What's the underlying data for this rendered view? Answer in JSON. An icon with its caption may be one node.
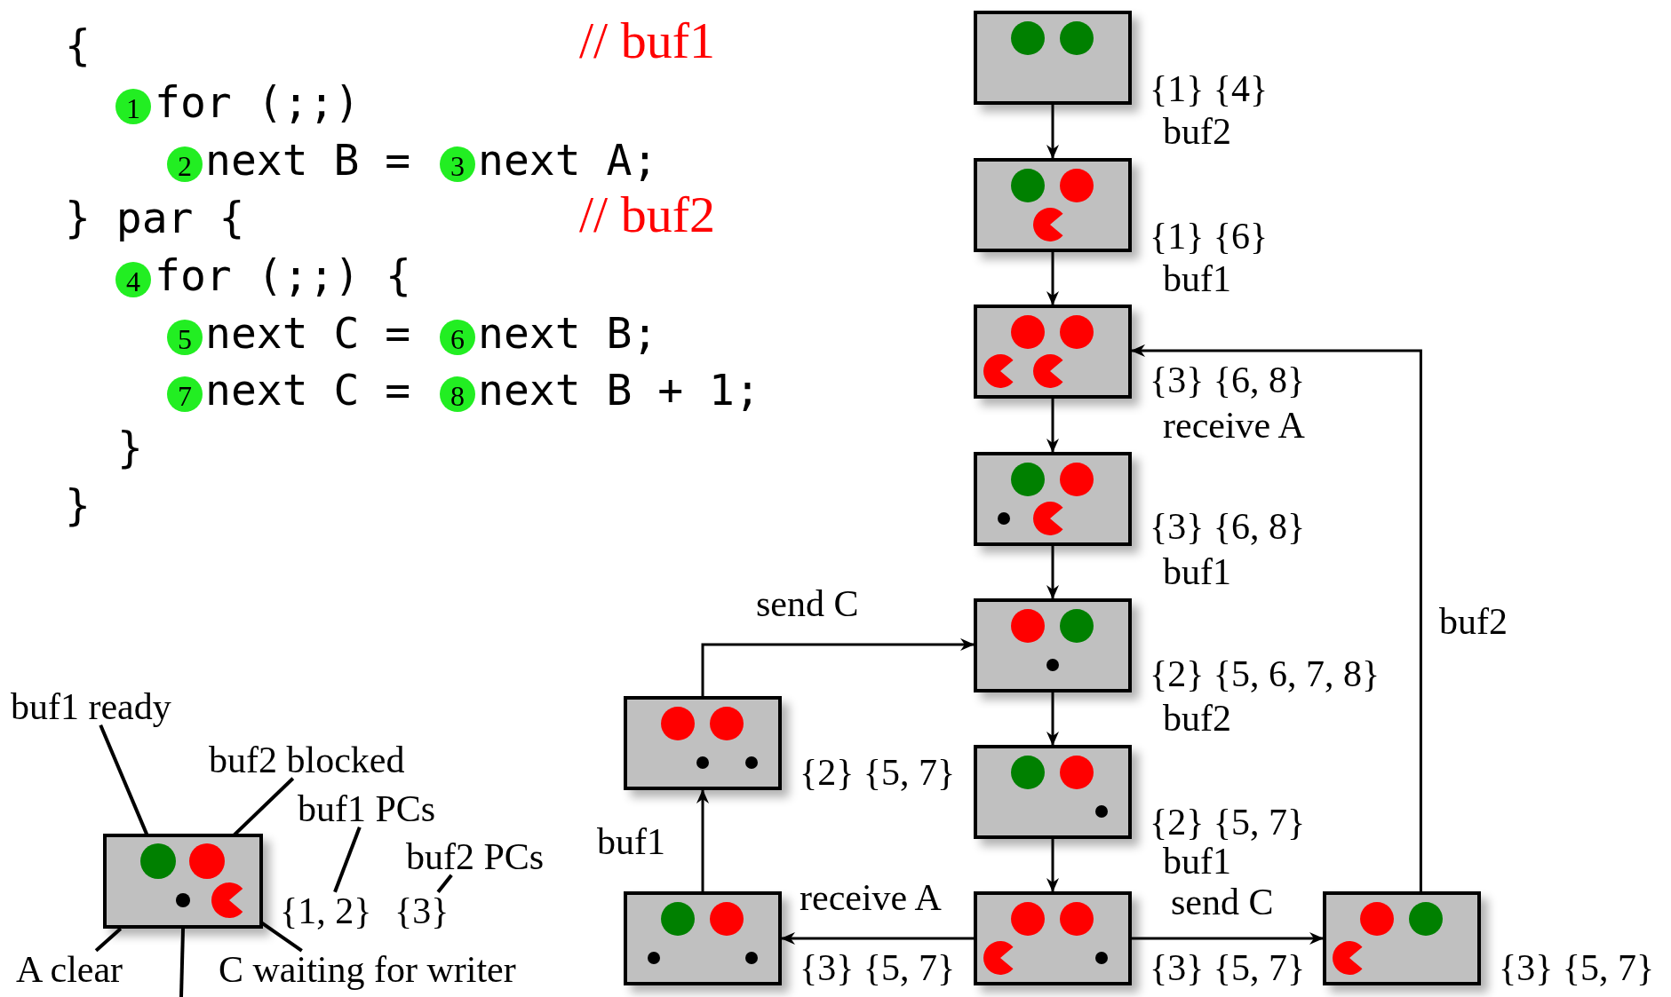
{
  "diagram": {
    "nodes": [
      {
        "text": [],
        "shape": "box",
        "beside": [
          "{1} {4}"
        ]
      },
      {
        "text": [],
        "shape": "box",
        "beside": [
          "{1} {6}"
        ]
      },
      {
        "text": [],
        "shape": "box",
        "beside": [
          "{3} {6, 8}"
        ]
      },
      {
        "text": [],
        "shape": "box",
        "beside": [
          "{3} {6, 8}"
        ]
      },
      {
        "text": [],
        "shape": "box",
        "beside": [
          "{2} {5, 6, 7, 8}"
        ]
      },
      {
        "text": [],
        "shape": "box",
        "beside": [
          "{2} {5, 7}"
        ]
      },
      {
        "text": [],
        "shape": "box",
        "beside": [
          "{2} {5, 7}"
        ]
      },
      {
        "text": [],
        "shape": "box",
        "beside": [
          "{3} {5, 7}"
        ]
      },
      {
        "text": [],
        "shape": "box",
        "beside": [
          "{3} {5, 7}"
        ]
      },
      {
        "text": [],
        "shape": "box",
        "beside": [
          "{3} {5, 7}"
        ]
      },
      {
        "text": [],
        "shape": "box"
      },
      {
        "text": [],
        "shape": "circle",
        "in": 10
      },
      {
        "text": [],
        "shape": "circle",
        "in": 10
      },
      {
        "text": [],
        "shape": "circle",
        "in": 10
      },
      {
        "text": [],
        "shape": "pacman",
        "in": 10
      },
      {
        "text": [
          "buf1 ready"
        ]
      },
      {
        "text": [
          "buf2 blocked"
        ]
      },
      {
        "text": [
          "buf1 PCs"
        ]
      },
      {
        "text": [
          "buf2 PCs"
        ]
      },
      {
        "text": [
          "{1, 2}"
        ]
      },
      {
        "text": [
          "{3}"
        ]
      },
      {
        "text": [
          "A clear"
        ]
      },
      {
        "text": [
          "C waiting for writer"
        ]
      }
    ],
    "edges": [
      {
        "from": 0,
        "to": 1,
        "arrow": "to",
        "label": "buf2"
      },
      {
        "from": 1,
        "to": 2,
        "arrow": "to",
        "label": "buf1"
      },
      {
        "from": 2,
        "to": 3,
        "arrow": "to",
        "label": "receive A"
      },
      {
        "from": 3,
        "to": 4,
        "arrow": "to",
        "label": "buf1"
      },
      {
        "from": 4,
        "to": 6,
        "arrow": "to",
        "label": "buf2"
      },
      {
        "from": 6,
        "to": 8,
        "arrow": "to",
        "label": "buf1"
      },
      {
        "from": 8,
        "to": 7,
        "arrow": "to",
        "label": "receive A"
      },
      {
        "from": 8,
        "to": 9,
        "arrow": "to",
        "label": "send C"
      },
      {
        "from": 7,
        "to": 5,
        "arrow": "to",
        "label": "buf1"
      },
      {
        "from": 5,
        "to": 4,
        "arrow": "to",
        "label": "send C"
      },
      {
        "from": 9,
        "to": 2,
        "arrow": "to",
        "label": "buf2"
      },
      {
        "from": 15,
        "to": 11,
        "arrow": "none"
      },
      {
        "from": 16,
        "to": 12,
        "arrow": "none"
      },
      {
        "from": 17,
        "to": 19,
        "arrow": "none"
      },
      {
        "from": 18,
        "to": 20,
        "arrow": "none"
      },
      {
        "from": 21,
        "to": 10,
        "arrow": "none"
      },
      {
        "from": 22,
        "to": 14,
        "arrow": "none"
      },
      {
        "from": null,
        "to": 10,
        "arrow": "none"
      }
    ],
    "labels": [
      "{",
      "// buf1",
      "1",
      "for (;;)",
      "2",
      "next B =",
      "3",
      "next A;",
      "} par {",
      "// buf2",
      "4",
      "for (;;) {",
      "5",
      "next C =",
      "6",
      "next B;",
      "7",
      "next C =",
      "8",
      "next B + 1;",
      "}",
      "}"
    ]
  }
}
